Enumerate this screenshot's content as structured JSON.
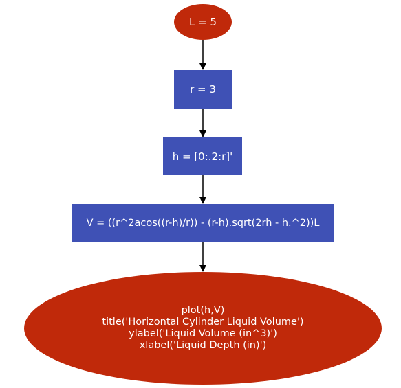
{
  "nodes": {
    "start": {
      "label": "L = 5",
      "shape": "ellipse",
      "color": "#c0290a"
    },
    "r": {
      "label": "r = 3",
      "shape": "rect",
      "color": "#3f51b5"
    },
    "h": {
      "label": "h = [0:.2:r]'",
      "shape": "rect",
      "color": "#3f51b5"
    },
    "v": {
      "label": "V = ((r^2acos((r-h)/r)) - (r-h).sqrt(2rh - h.^2))L",
      "shape": "rect",
      "color": "#3f51b5"
    },
    "end": {
      "shape": "ellipse",
      "color": "#c0290a",
      "lines": [
        "plot(h,V)",
        "title('Horizontal Cylinder Liquid Volume')",
        "ylabel('Liquid Volume (in^3)')",
        "xlabel('Liquid Depth (in)')"
      ]
    }
  },
  "edges": [
    {
      "from": "start",
      "to": "r"
    },
    {
      "from": "r",
      "to": "h"
    },
    {
      "from": "h",
      "to": "v"
    },
    {
      "from": "v",
      "to": "end"
    }
  ]
}
